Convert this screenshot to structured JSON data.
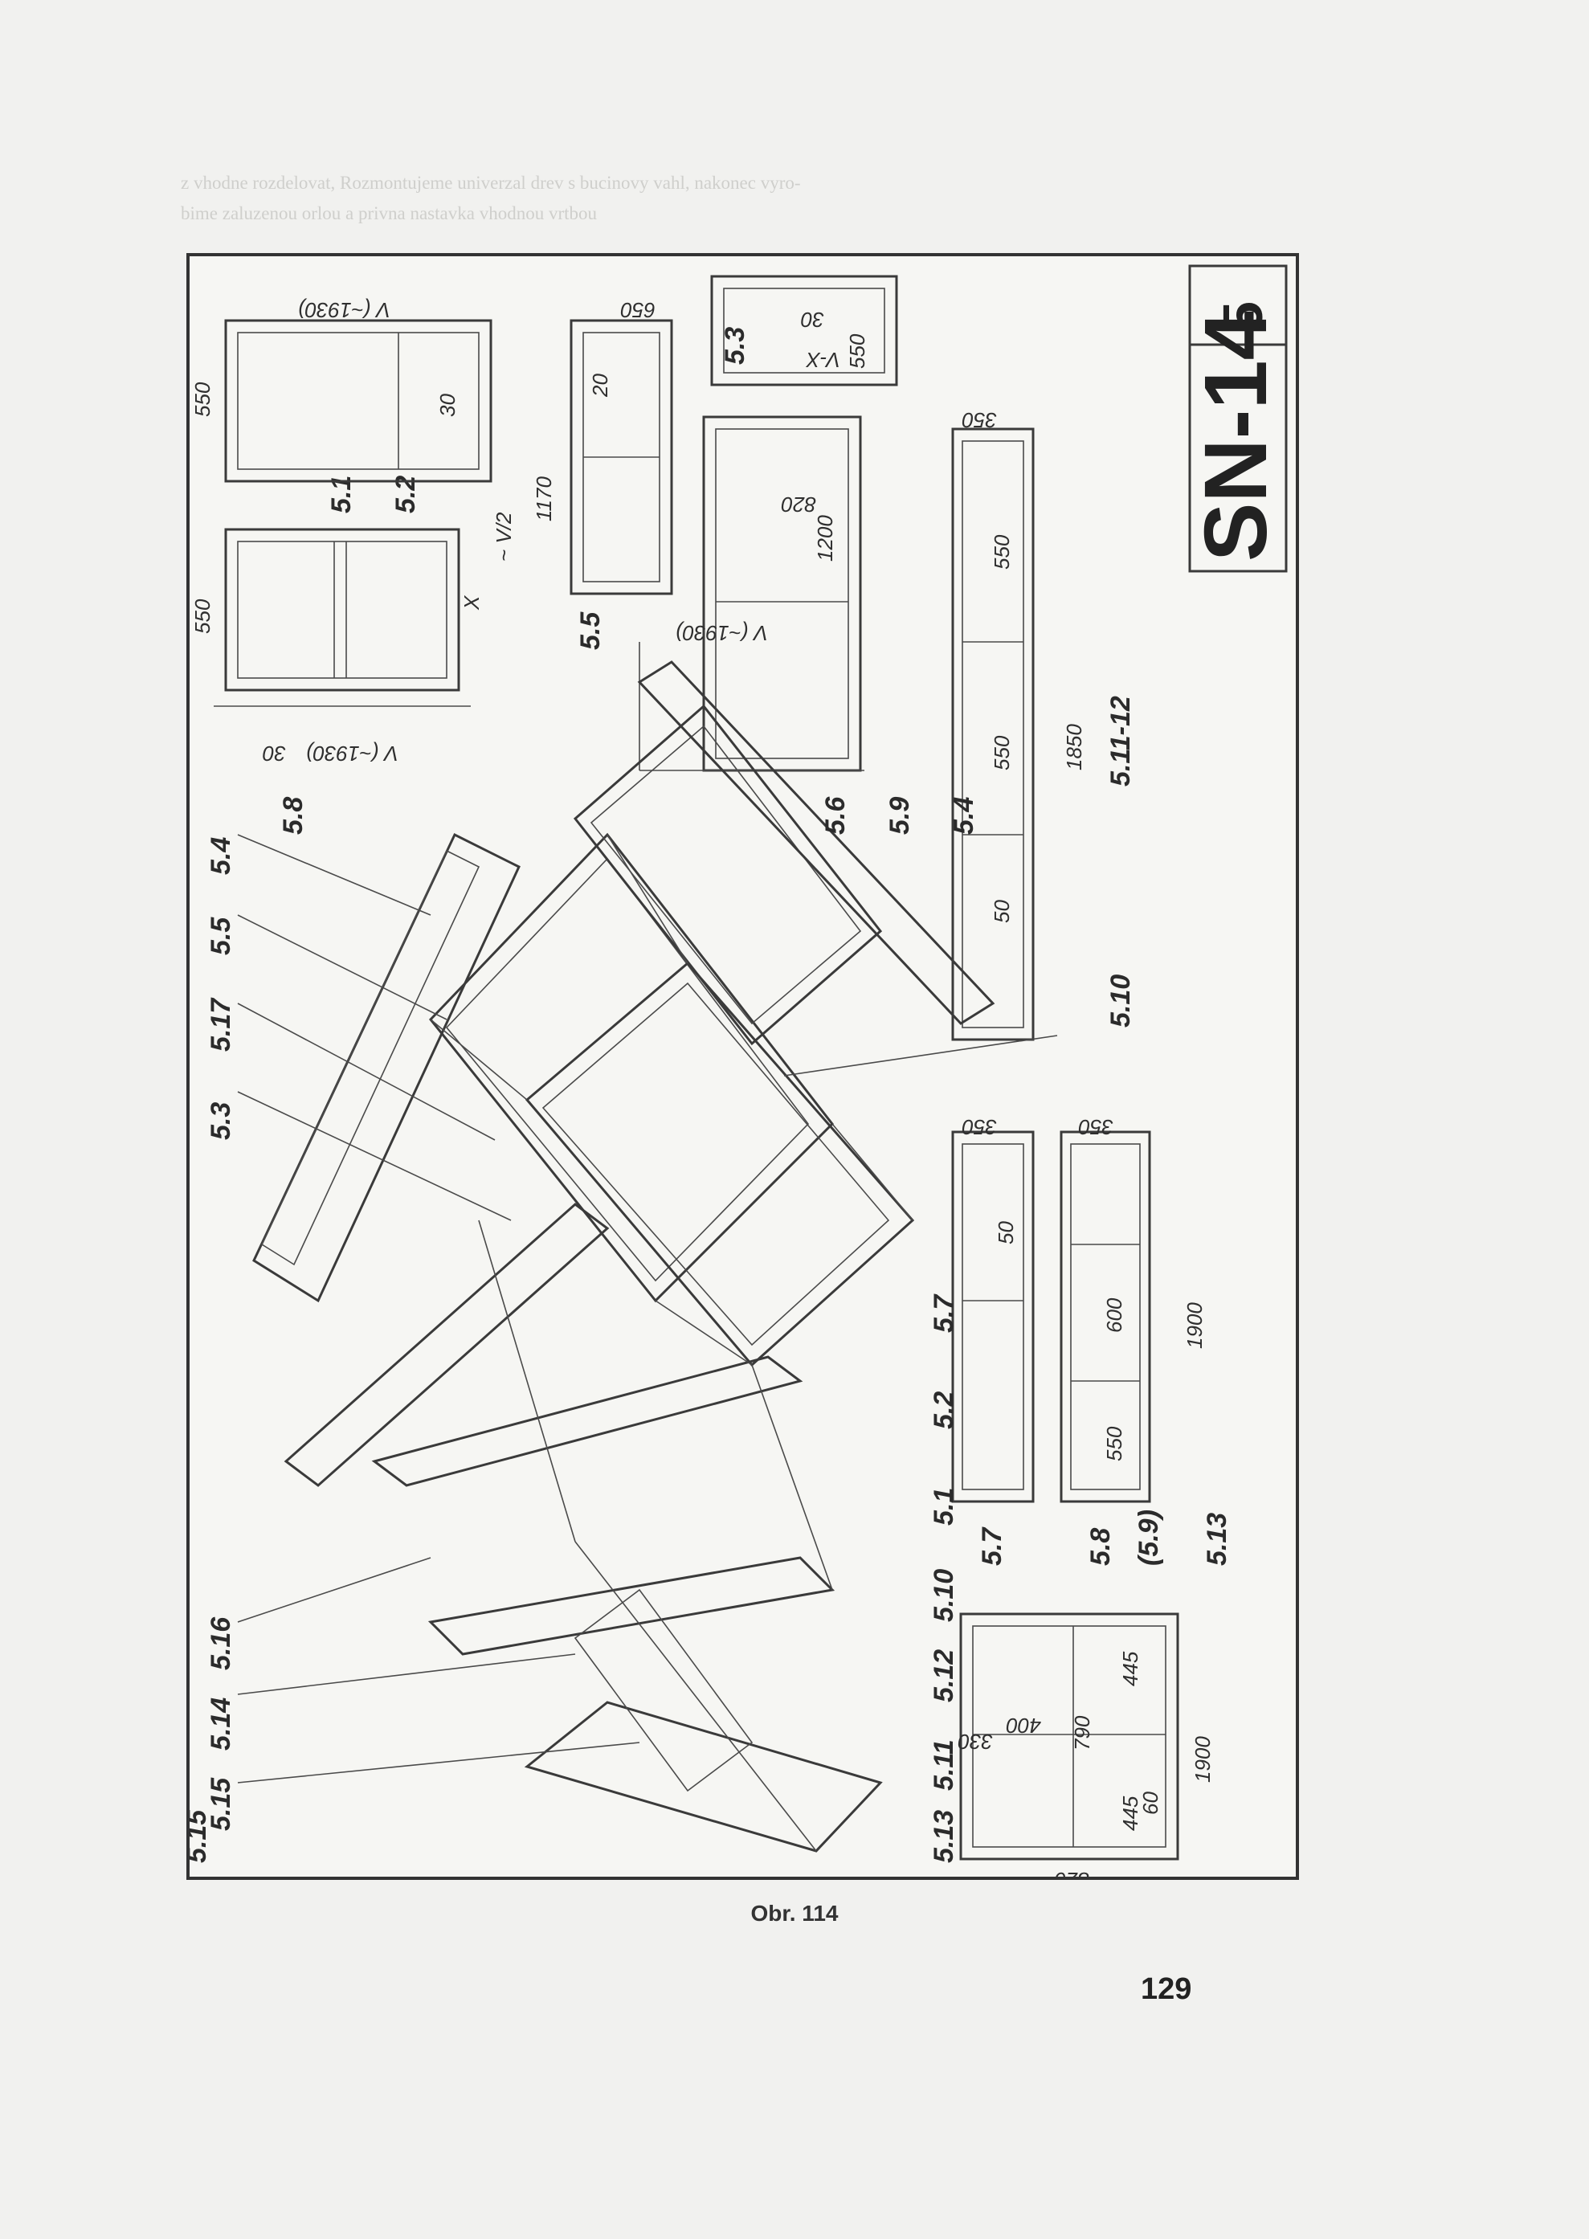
{
  "header_text": {
    "line1": "z vhodne rozdelovat, Rozmontujeme univerzal drev s bucinovy vahl, nakonec vyro-",
    "line2": "bime zaluzenou orlou a privna nastavka vhodnou vrtbou"
  },
  "sheet_code": "SN-14",
  "sheet_number": "5",
  "figure_caption": "Obr. 114",
  "page_number": "129",
  "drawing": {
    "parts_left": [
      "5.4",
      "5.5",
      "5.17",
      "5.3",
      "5.16",
      "5.14",
      "5.15"
    ],
    "parts_right": [
      "5.8",
      "5.6",
      "5.9",
      "5.4"
    ],
    "parts_bottom": [
      "5.7",
      "5.2",
      "5.1",
      "5.10",
      "5.12",
      "5.11",
      "5.13"
    ],
    "view_labels": [
      "5.1",
      "5.2",
      "5.3",
      "5.5",
      "5.10",
      "5.11-12",
      "5.7",
      "5.8",
      "(5.9)",
      "5.13"
    ],
    "fraction_top": "5",
    "fraction_bottom": "5.15",
    "dimensions": {
      "d550": "550",
      "d650": "650",
      "d820": "820",
      "d350": "350",
      "d1200": "1200",
      "d1170": "1170",
      "d1850": "1850",
      "d1900": "1900",
      "d600": "600",
      "d445": "445",
      "d400": "400",
      "d330": "330",
      "d790": "790",
      "d60": "60",
      "d50": "50",
      "d30": "30",
      "d20": "20",
      "v1930": "V (~1930)",
      "vx": "V-X",
      "x": "X",
      "v2": "~ V/2"
    }
  }
}
